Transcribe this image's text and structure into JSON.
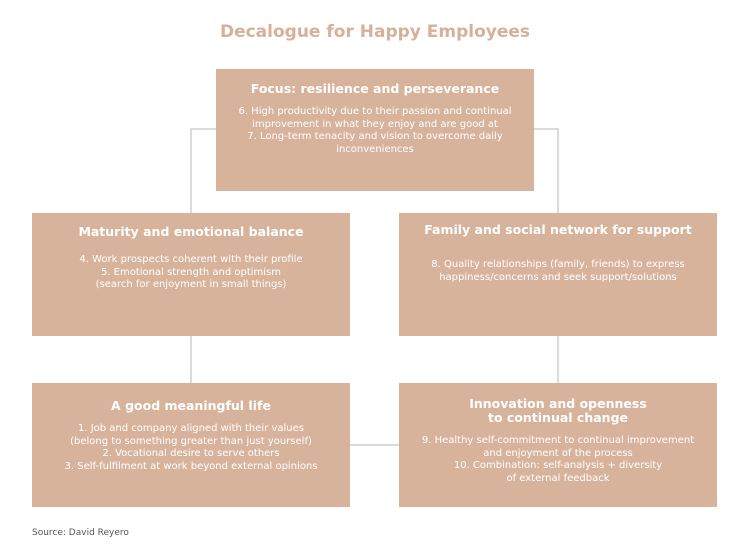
{
  "title": "Decalogue for Happy Employees",
  "colors": {
    "box_fill": "#d8b39c",
    "title": "#d6b09a",
    "connector": "#b7b7b7"
  },
  "boxes": {
    "top": {
      "title": "Focus:  resilience and perseverance",
      "lines": [
        "6. High productivity due to their passion and continual",
        "improvement in what they enjoy and are good at",
        "7. Long-term tenacity and vision to overcome daily",
        "inconveniences"
      ]
    },
    "middle_left": {
      "title": "Maturity and emotional balance",
      "lines": [
        "4. Work prospects coherent with their profile",
        "5. Emotional strength and optimism",
        "(search for enjoyment in small things)"
      ]
    },
    "middle_right": {
      "title": "Family and social network for support",
      "lines": [
        "8. Quality  relationships (family, friends) to express",
        "happiness/concerns and seek support/solutions"
      ]
    },
    "bottom_left": {
      "title": "A good meaningful life",
      "lines": [
        "1. Job and company aligned with their values",
        "(belong to  something greater than just yourself)",
        "2. Vocational desire to serve others",
        "3. Self-fulfilment at work beyond external opinions"
      ]
    },
    "bottom_right": {
      "title_line1": "Innovation and openness",
      "title_line2": "to continual change",
      "lines": [
        "9. Healthy self-commitment to continual improvement",
        "and enjoyment of the process",
        "10. Combination: self-analysis + diversity",
        "of external feedback"
      ]
    }
  },
  "source": "Source: David Reyero"
}
